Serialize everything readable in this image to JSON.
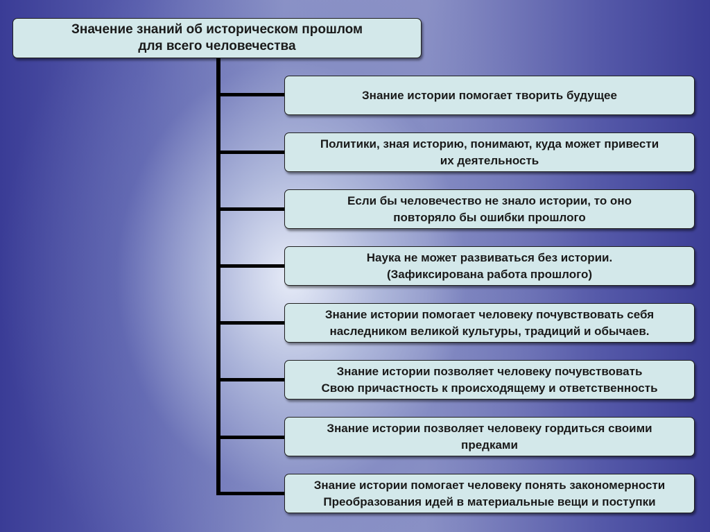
{
  "title": "Значение знаний об историческом прошлом\nдля всего человечества",
  "items": [
    "Знание истории помогает творить будущее",
    "Политики, зная историю, понимают, куда может привести\nих деятельность",
    "Если бы человечество не знало истории, то оно\nповторяло бы ошибки прошлого",
    "Наука не может развиваться без истории.\n(Зафиксирована работа прошлого)",
    "Знание истории помогает человеку почувствовать себя\nнаследником великой культуры, традиций и обычаев.",
    "Знание истории позволяет человеку почувствовать\nСвою причастность к происходящему и ответственность",
    "Знание истории позволяет человеку гордиться своими\nпредками",
    "Знание истории помогает человеку понять закономерности\nПреобразования идей в материальные вещи и поступки"
  ]
}
